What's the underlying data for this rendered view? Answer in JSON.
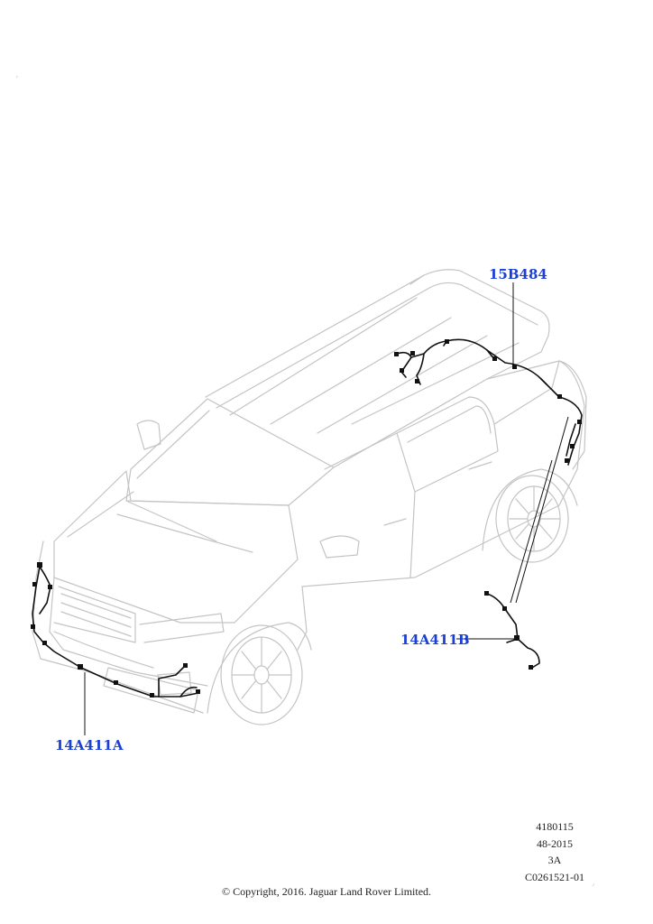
{
  "callouts": {
    "part_roof": "15B484",
    "part_front": "14A411A",
    "part_rear": "14A411B"
  },
  "reference": {
    "line1": "4180115",
    "line2": "48-2015",
    "line3": "3A",
    "line4": "C0261521-01"
  },
  "footer": {
    "copyright": "© Copyright, 2016. Jaguar Land Rover Limited."
  },
  "colors": {
    "callout": "#1a3fd6",
    "outline": "#c4c4c4",
    "harness": "#111111"
  }
}
